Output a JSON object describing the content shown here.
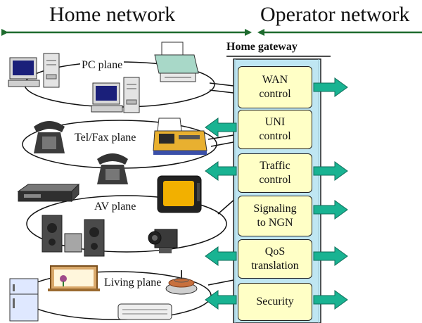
{
  "header": {
    "home_network": "Home network",
    "operator_network": "Operator network"
  },
  "gateway": {
    "title": "Home gateway",
    "functions": [
      {
        "line1": "WAN",
        "line2": "control"
      },
      {
        "line1": "UNI",
        "line2": "control"
      },
      {
        "line1": "Traffic",
        "line2": "control"
      },
      {
        "line1": "Signaling",
        "line2": "to NGN"
      },
      {
        "line1": "QoS",
        "line2": "translation"
      },
      {
        "line1": "Security",
        "line2": ""
      }
    ]
  },
  "planes": [
    {
      "label": "PC plane",
      "devices": [
        "desktop-computer",
        "printer",
        "desktop-computer"
      ]
    },
    {
      "label": "Tel/Fax plane",
      "devices": [
        "telephone",
        "fax-machine",
        "telephone"
      ]
    },
    {
      "label": "AV plane",
      "devices": [
        "vcr",
        "television",
        "speakers",
        "video-camera"
      ]
    },
    {
      "label": "Living plane",
      "devices": [
        "window",
        "refrigerator",
        "air-conditioner",
        "gas-stove"
      ]
    }
  ],
  "colors": {
    "arrow_green": "#1e6b2e",
    "gateway_fill": "#bfe6f2",
    "function_fill": "#ffffc6",
    "function_arrow": "#19b392"
  }
}
